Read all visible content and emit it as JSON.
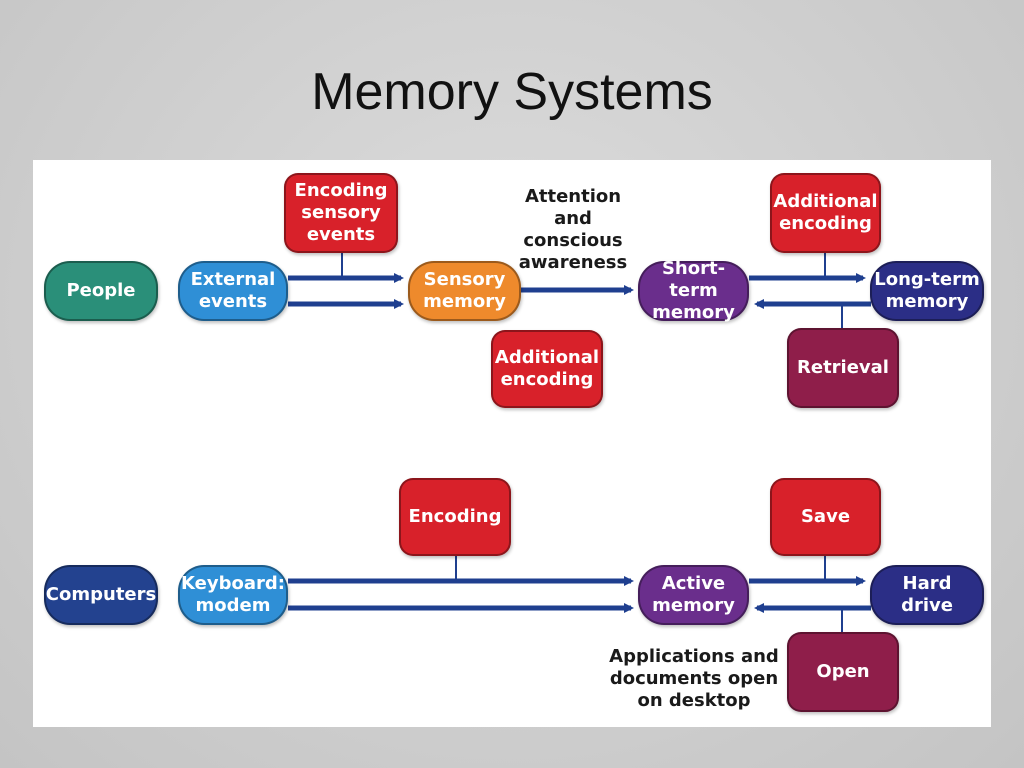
{
  "title": "Memory Systems",
  "people_row": {
    "people": "People",
    "external_events": "External\nevents",
    "encoding_sensory_events": "Encoding\nsensory\nevents",
    "sensory_memory": "Sensory\nmemory",
    "attention_label": "Attention\nand\nconscious\nawareness",
    "additional_encoding_1": "Additional\nencoding",
    "short_term_memory": "Short-term\nmemory",
    "additional_encoding_2": "Additional\nencoding",
    "long_term_memory": "Long-term\nmemory",
    "retrieval": "Retrieval"
  },
  "computers_row": {
    "computers": "Computers",
    "keyboard_modem": "Keyboard:\nmodem",
    "encoding": "Encoding",
    "active_memory": "Active\nmemory",
    "save": "Save",
    "hard_drive": "Hard\ndrive",
    "open": "Open",
    "applications_label": "Applications and\ndocuments open\non desktop"
  },
  "colors": {
    "arrow": "#1f3f8f",
    "red": "#d8212a",
    "teal": "#2a8f79",
    "blue": "#2f8fd6",
    "orange": "#ee8a2c",
    "purple": "#6a2e8c",
    "navy": "#2b2e86",
    "maroon": "#8f1e4a"
  }
}
